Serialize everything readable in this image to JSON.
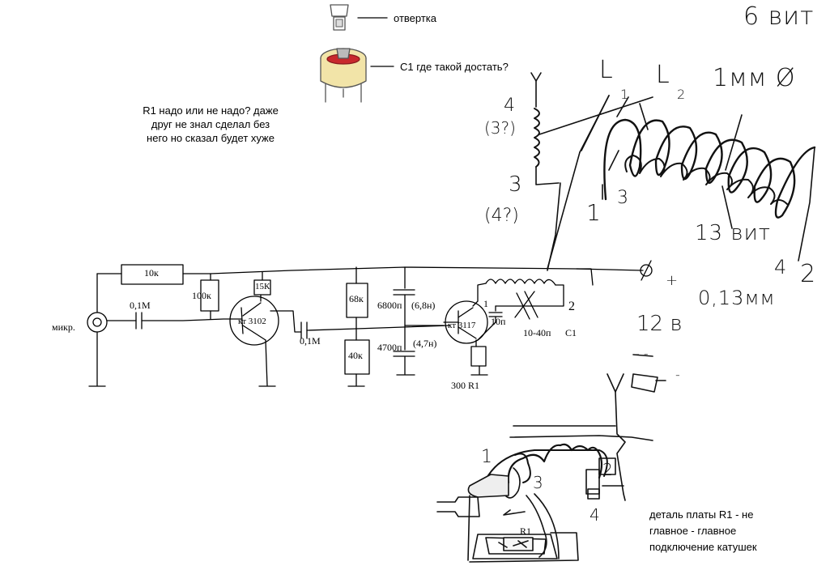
{
  "notes": {
    "screwdriver": "отвертка",
    "c1_question": "C1 где такой достать?",
    "r1_question_lines": [
      "R1 надо или не надо? даже",
      "друг не знал сделал без",
      "него но сказал будет хуже"
    ],
    "board_note_lines": [
      "деталь платы R1 - не",
      "главное - главное",
      "подключение катушек"
    ]
  },
  "schematic": {
    "r_10k": "10к",
    "r_100k": "100к",
    "r_15k": "15К",
    "c_01m_in": "0,1М",
    "c_01m_mid": "0,1М",
    "mic": "микр.",
    "t1": "кт 3102",
    "r_68k": "68к",
    "r_40k": "40к",
    "c_6800": "6800п",
    "c_6800_alt": "(6,8н)",
    "c_4700": "4700п",
    "c_4700_alt": "(4,7н)",
    "t2": "кт 3117",
    "r_300": "300 R1",
    "c_10p": "10п",
    "c1_range": "10-40п",
    "c1_name": "C1",
    "pin1": "1",
    "pin2": "2"
  },
  "handwriting": {
    "L1_L": "L",
    "L1_n": "1",
    "L2_L": "L",
    "L2_n": "2",
    "turns": "6 вит",
    "wire": "1мм Ø",
    "c4": "4",
    "c4q": "(3?)",
    "c3": "3",
    "c3q": "(4?)",
    "n1": "1",
    "n3": "3",
    "turns2": "13 вит",
    "n4": "4",
    "n2": "2",
    "wire2": "0,13мм",
    "plus": "+",
    "volt": "12 в",
    "minus": "- -",
    "minus2": "-",
    "b1": "1",
    "b3": "3",
    "b2": "2",
    "b4": "4",
    "bR1": "R1"
  }
}
